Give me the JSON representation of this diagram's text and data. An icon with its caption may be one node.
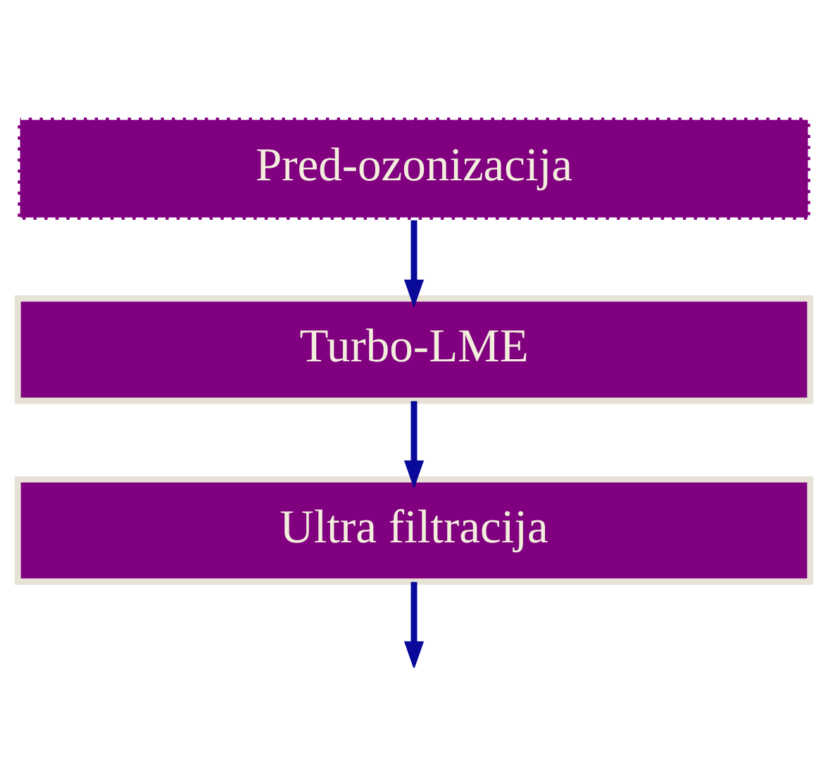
{
  "diagram": {
    "nodes": [
      {
        "text": [
          "Pred-ozonizacija"
        ]
      },
      {
        "text": [
          "Turbo-LME"
        ]
      },
      {
        "text": [
          "Ultra filtracija"
        ]
      }
    ],
    "edges": [
      {
        "from": 0,
        "to": 1,
        "arrow": "to"
      },
      {
        "from": 1,
        "to": 2,
        "arrow": "to"
      },
      {
        "from": 2,
        "to": null,
        "arrow": "to"
      }
    ]
  }
}
